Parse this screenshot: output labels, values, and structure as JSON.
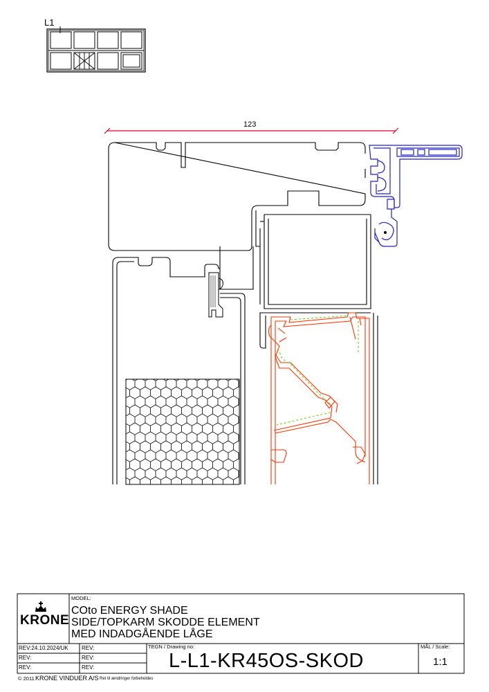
{
  "key_plan": {
    "label": "L1"
  },
  "dimension": {
    "value": "123"
  },
  "title_block": {
    "model_label": "MODEL:",
    "title_lines": [
      "COto ENERGY SHADE",
      "SIDE/TOPKARM SKODDE ELEMENT",
      "MED INDADGÅENDE LÅGE"
    ],
    "brand": "KRONE",
    "rev_rows": [
      {
        "left": "REV:24.10.2024/UK",
        "right": "REV:"
      },
      {
        "left": "REV:",
        "right": "REV:"
      },
      {
        "left": "REV:",
        "right": "REV:"
      }
    ],
    "drawing_no_label": "TEGN / Drawing no:",
    "drawing_no": "L-L1-KR45OS-SKOD",
    "scale_label": "MÅL / Scale:",
    "scale": "1:1"
  },
  "footer": {
    "copyright": "© 2011",
    "company": "KRONE VINDUER A/S",
    "note": "Ret til ændringer forbeholdes"
  },
  "colors": {
    "line": "#000000",
    "dimension": "#e0002a",
    "gasket_profile": "#1f1fd6",
    "aluminium_profile": "#ff3300",
    "thermal_break": "#66cc00"
  }
}
